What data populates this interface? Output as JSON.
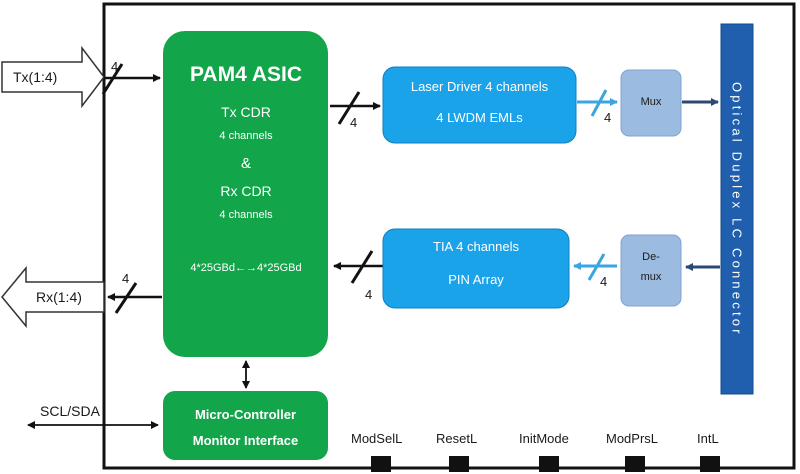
{
  "external": {
    "tx_label": "Tx(1:4)",
    "rx_label": "Rx(1:4)",
    "i2c_label": "SCL/SDA"
  },
  "asic": {
    "title": "PAM4 ASIC",
    "tx_cdr": "Tx CDR",
    "tx_channels": "4 channels",
    "amp": "&",
    "rx_cdr": "Rx CDR",
    "rx_channels": "4 channels",
    "rate": "4*25GBd←→4*25GBd"
  },
  "laser_driver": {
    "line1": "Laser Driver 4 channels",
    "line2": "4 LWDM EMLs"
  },
  "tia": {
    "line1": "TIA 4 channels",
    "line2": "PIN Array"
  },
  "mux": {
    "label": "Mux"
  },
  "demux": {
    "line1": "De-",
    "line2": "mux"
  },
  "optical_connector": {
    "label": "Optical Duplex LC Connector"
  },
  "micro_controller": {
    "line1": "Micro-Controller",
    "line2": "Monitor Interface"
  },
  "bus_counts": {
    "tx_in": "4",
    "rx_out": "4",
    "asic_to_driver": "4",
    "driver_to_mux": "4",
    "tia_to_asic": "4",
    "demux_to_tia": "4"
  },
  "control_pins": [
    "ModSelL",
    "ResetL",
    "InitMode",
    "ModPrsL",
    "IntL"
  ],
  "colors": {
    "asic_green": "#13a54a",
    "light_blue": "#1aa3e8",
    "mux_blue": "#9bbbe0",
    "connector_blue": "#1f5fae",
    "arrow_dark": "#2b4a73",
    "arrow_light": "#3aa5e0"
  }
}
